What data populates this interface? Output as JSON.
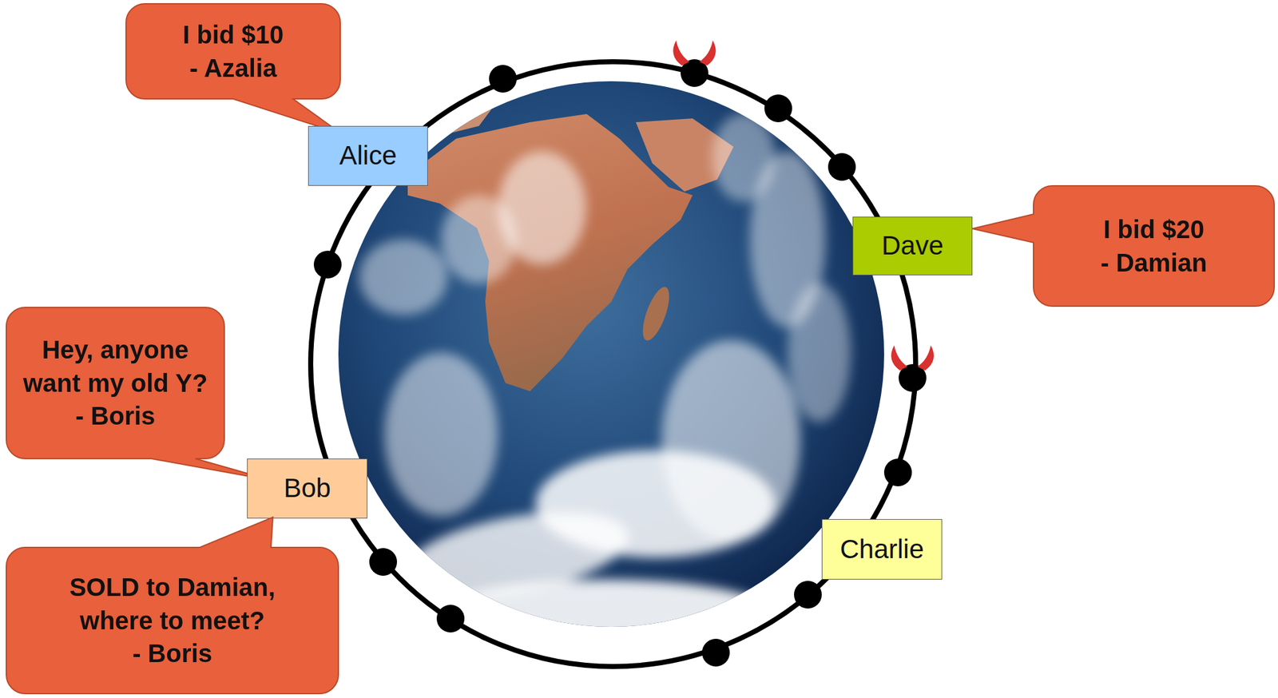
{
  "diagram": {
    "nodes": [
      {
        "text": [
          "I bid $10",
          "- Azalia"
        ]
      },
      {
        "text": [
          "Alice"
        ]
      },
      {
        "text": [
          "Dave"
        ]
      },
      {
        "text": [
          "I bid $20",
          "- Damian"
        ]
      },
      {
        "text": [
          "Hey, anyone want my old Y?",
          "- Boris"
        ]
      },
      {
        "text": [
          "Bob"
        ]
      },
      {
        "text": [
          "SOLD to Damian, where to meet?",
          "- Boris"
        ]
      },
      {
        "text": [
          "Charlie"
        ]
      }
    ]
  }
}
